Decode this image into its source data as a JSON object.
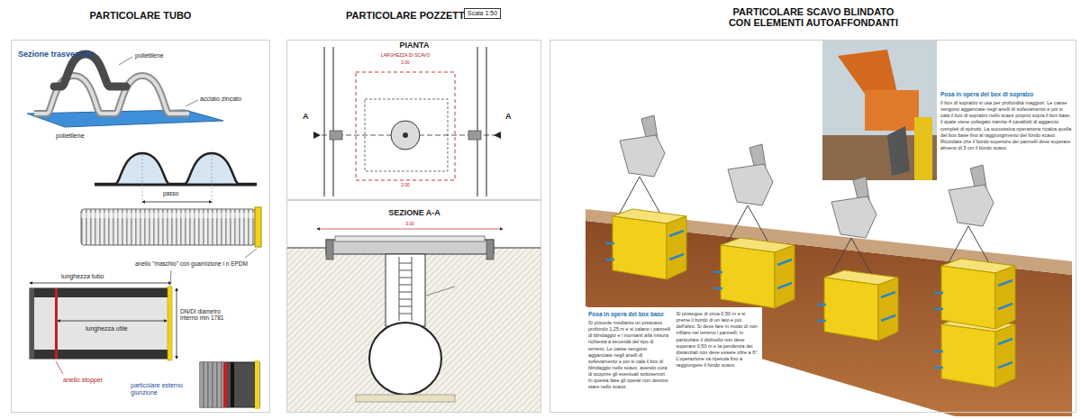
{
  "diagram": {
    "nodes": [
      {
        "text": [
          "PARTICOLARE TUBO"
        ]
      },
      {
        "text": [
          "PARTICOLARE POZZETTO"
        ]
      },
      {
        "text": [
          "PARTICOLARE SCAVO BLINDATO CON ELEMENTI AUTOAFFONDANTI"
        ]
      },
      {
        "text": [
          "Posa in opera del box di sopralzo",
          "Il box di sopralzo si usa per profondità maggiori. Le casse vengono agganciate negli anelli di sollevamento e poi si cala il box di sopralzo nello scavo proprio sopra il box base, il quale viene collegato tramite 4 cavallotti di aggancio completi di spinotti. La successiva operazione ricalca quella del box base fino al raggiungimento del fondo scavo. Ricordare che il bordo superiore dei pannelli deve superare almeno di 5 cm il bordo scavo."
        ],
        "in": 2
      },
      {
        "text": [
          "Posa in opera del box base",
          "Si procede mediante un prescavo profondo 1,25 m e si calano i pannelli di blindaggio e i montanti alla misura richiesta a seconda del tipo di terreno. Le casse vengono agganciate negli anelli di sollevamento e poi si cala il box di blindaggio nello scavo, avendo cura di scoprire gli eventuali sottoservizi. In questa fase gli operai non devono stare nello scavo.",
          "Si prosegue di circa 0,50 m e si preme il bordo di un lato e poi dell'altro. Si deve fare in modo di non infilare nel terreno i pannelli; in particolare il dislivello non deve superare 0,50 m e la pendenza dei distanziali non deve essere oltre a 6°. L'operazione va ripetuta fino a raggiungere il fondo scavo."
        ],
        "in": 2
      }
    ],
    "labels": [
      "Sezione trasversale",
      "polietilene",
      "acciaio zincato",
      "polietilene",
      "passo",
      "anello \"maschio\" con guarnizione i n EPDM",
      "lunghezza tubo",
      "lunghezza utile",
      "DN/DI diametro interno min 1781",
      "anello stopper",
      "particolare esterno giunzione",
      "Scala 1:50",
      "PIANTA",
      "A",
      "A",
      "LARGHEZZA DI SCAVO",
      "2.00",
      "2.00",
      "SEZIONE A-A",
      "3.00"
    ]
  }
}
